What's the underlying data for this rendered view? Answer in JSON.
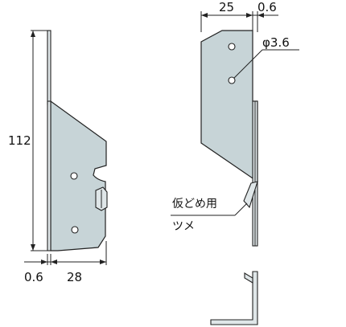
{
  "dimensions": {
    "height": "112",
    "thickness_left": "0.6",
    "width_left": "28",
    "width_right": "25",
    "thickness_right": "0.6",
    "hole_diameter": "φ3.6"
  },
  "callouts": {
    "tab_line1": "仮どめ用",
    "tab_line2": "ツメ"
  }
}
